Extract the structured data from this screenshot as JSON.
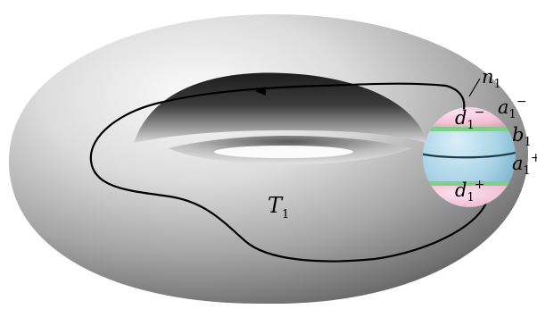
{
  "figure": {
    "surface_label": {
      "main": "T",
      "sub": "1"
    },
    "labels": {
      "n": {
        "main": "n",
        "sub": "1",
        "sup": ""
      },
      "d_minus": {
        "main": "d",
        "sub": "1",
        "sup": "−"
      },
      "a_minus": {
        "main": "a",
        "sub": "1",
        "sup": "−"
      },
      "b": {
        "main": "b",
        "sub": "1",
        "sup": ""
      },
      "a_plus": {
        "main": "a",
        "sub": "1",
        "sup": "+"
      },
      "d_plus": {
        "main": "d",
        "sub": "1",
        "sup": "+"
      }
    }
  },
  "colors": {
    "torus_light": "#f4f4f4",
    "torus_dark": "#3a3a3a",
    "cap_pink": "#f2bfd6",
    "band_blue": "#a9d3e6",
    "band_green": "#7fcf8a",
    "curve": "#000000"
  }
}
